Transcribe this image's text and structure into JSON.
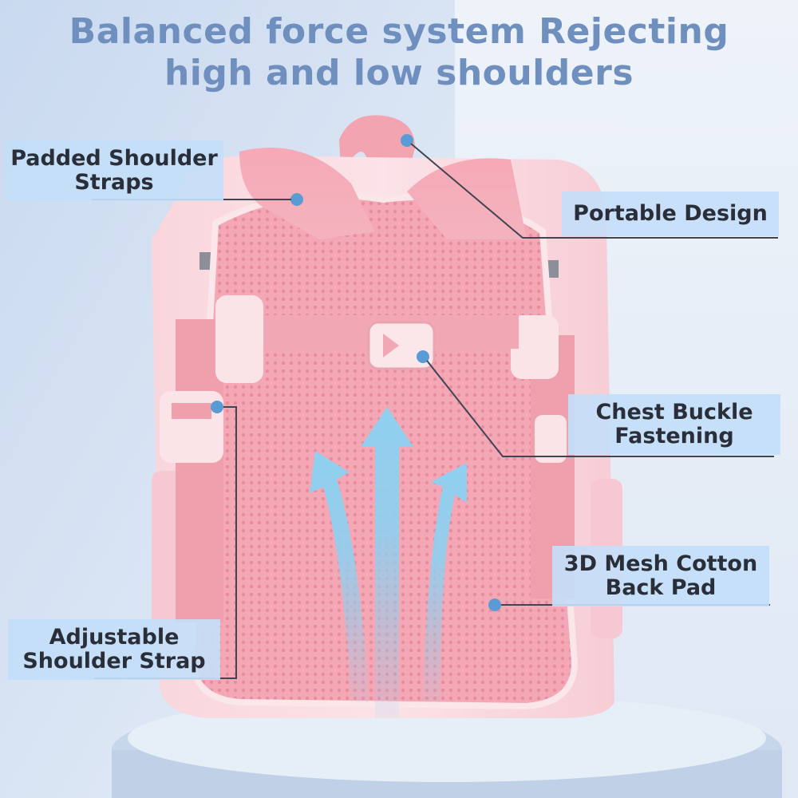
{
  "headline": {
    "line1": "Balanced force system  Rejecting",
    "line2": "high and low shoulders"
  },
  "callouts": {
    "padded_straps": {
      "line1": "Padded Shoulder",
      "line2": "Straps"
    },
    "portable_design": {
      "line1": "Portable Design"
    },
    "chest_buckle": {
      "line1": "Chest Buckle",
      "line2": "Fastening"
    },
    "mesh_back_pad": {
      "line1": "3D Mesh Cotton",
      "line2": "Back Pad"
    },
    "adjustable_strap": {
      "line1": "Adjustable",
      "line2": "Shoulder Strap"
    }
  },
  "colors": {
    "headline": "#6f8fbf",
    "label_bg": "#c4def8",
    "backpack_pink": "#f3a9b4",
    "arrow_blue": "#8fd0f0",
    "dot_blue": "#5b9bd5"
  }
}
